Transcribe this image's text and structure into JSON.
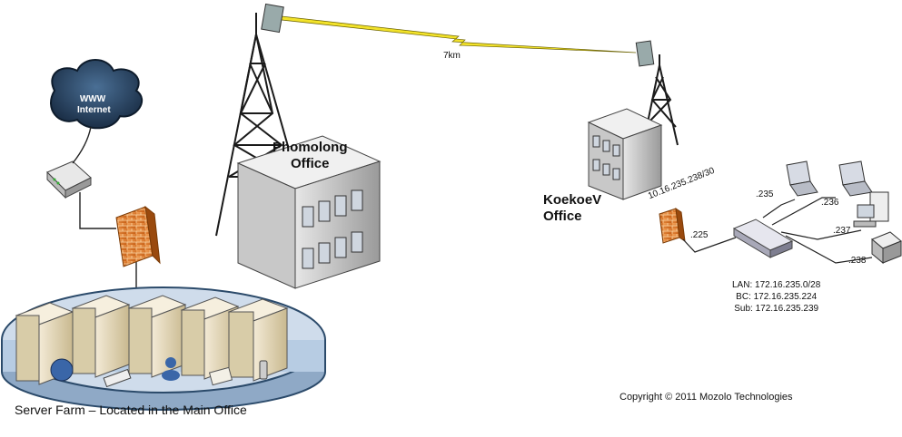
{
  "cloud": {
    "line1": "WWW",
    "line2": "Internet"
  },
  "offices": {
    "main": {
      "line1": "Phomolong",
      "line2": "Office"
    },
    "remote": {
      "line1": "KoekoeV",
      "line2": "Office"
    }
  },
  "link": {
    "distance": "7km"
  },
  "addresses": {
    "wan": "10.16.235.238/30",
    "router": ".225",
    "laptop1": ".235",
    "laptop2": ".236",
    "pc": ".237",
    "printer": ".238"
  },
  "network": {
    "lan": "LAN: 172.16.235.0/28",
    "bc": "BC: 172.16.235.224",
    "sub": "Sub: 172.16.235.239"
  },
  "server_farm": {
    "label": "Server Farm – Located in the Main Office"
  },
  "copyright": "Copyright © 2011 Mozolo Technologies",
  "colors": {
    "cloud": "#1f3a5a",
    "firewall": "#e07a1e",
    "lightning": "#f2e22a",
    "platform": "#b7cce3",
    "tower": "#1a1a1a"
  }
}
